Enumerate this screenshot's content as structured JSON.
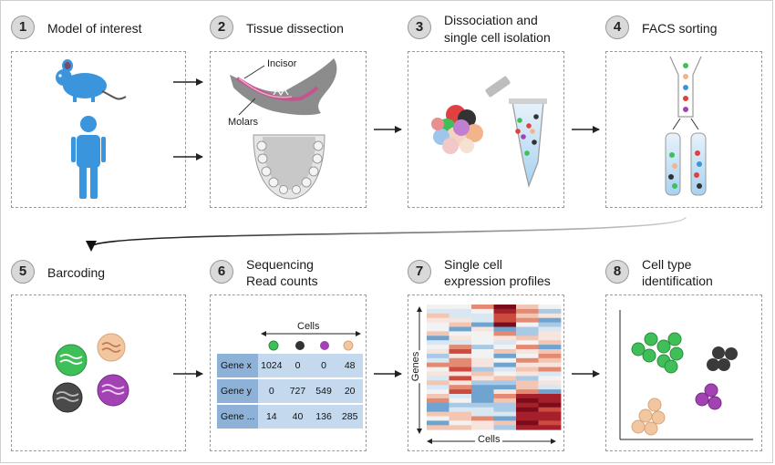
{
  "steps": [
    {
      "num": "1",
      "title": [
        "Model of interest"
      ]
    },
    {
      "num": "2",
      "title": [
        "Tissue dissection"
      ]
    },
    {
      "num": "3",
      "title": [
        "Dissociation and",
        "single cell isolation"
      ]
    },
    {
      "num": "4",
      "title": [
        "FACS sorting"
      ]
    },
    {
      "num": "5",
      "title": [
        "Barcoding"
      ]
    },
    {
      "num": "6",
      "title": [
        "Sequencing",
        "Read counts"
      ]
    },
    {
      "num": "7",
      "title": [
        "Single cell",
        "expression profiles"
      ]
    },
    {
      "num": "8",
      "title": [
        "Cell type",
        "identification"
      ]
    }
  ],
  "labels": {
    "incisor": "Incisor",
    "molars": "Molars",
    "cells": "Cells",
    "genes": "Genes"
  },
  "read_counts": {
    "rows": [
      {
        "gene": "Gene x",
        "values": [
          "1024",
          "0",
          "0",
          "48"
        ]
      },
      {
        "gene": "Gene y",
        "values": [
          "0",
          "727",
          "549",
          "20"
        ]
      },
      {
        "gene": "Gene ...",
        "values": [
          "14",
          "40",
          "136",
          "285"
        ]
      }
    ]
  },
  "colors": {
    "mouse_human": "#3b95dc",
    "green_cell": "#3fbf58",
    "black_cell": "#3a3a3a",
    "purple_cell": "#a342b3",
    "peach_cell": "#f2c7a0",
    "table_gene": "#8eb2d7",
    "table_value": "#c5d9ee"
  }
}
